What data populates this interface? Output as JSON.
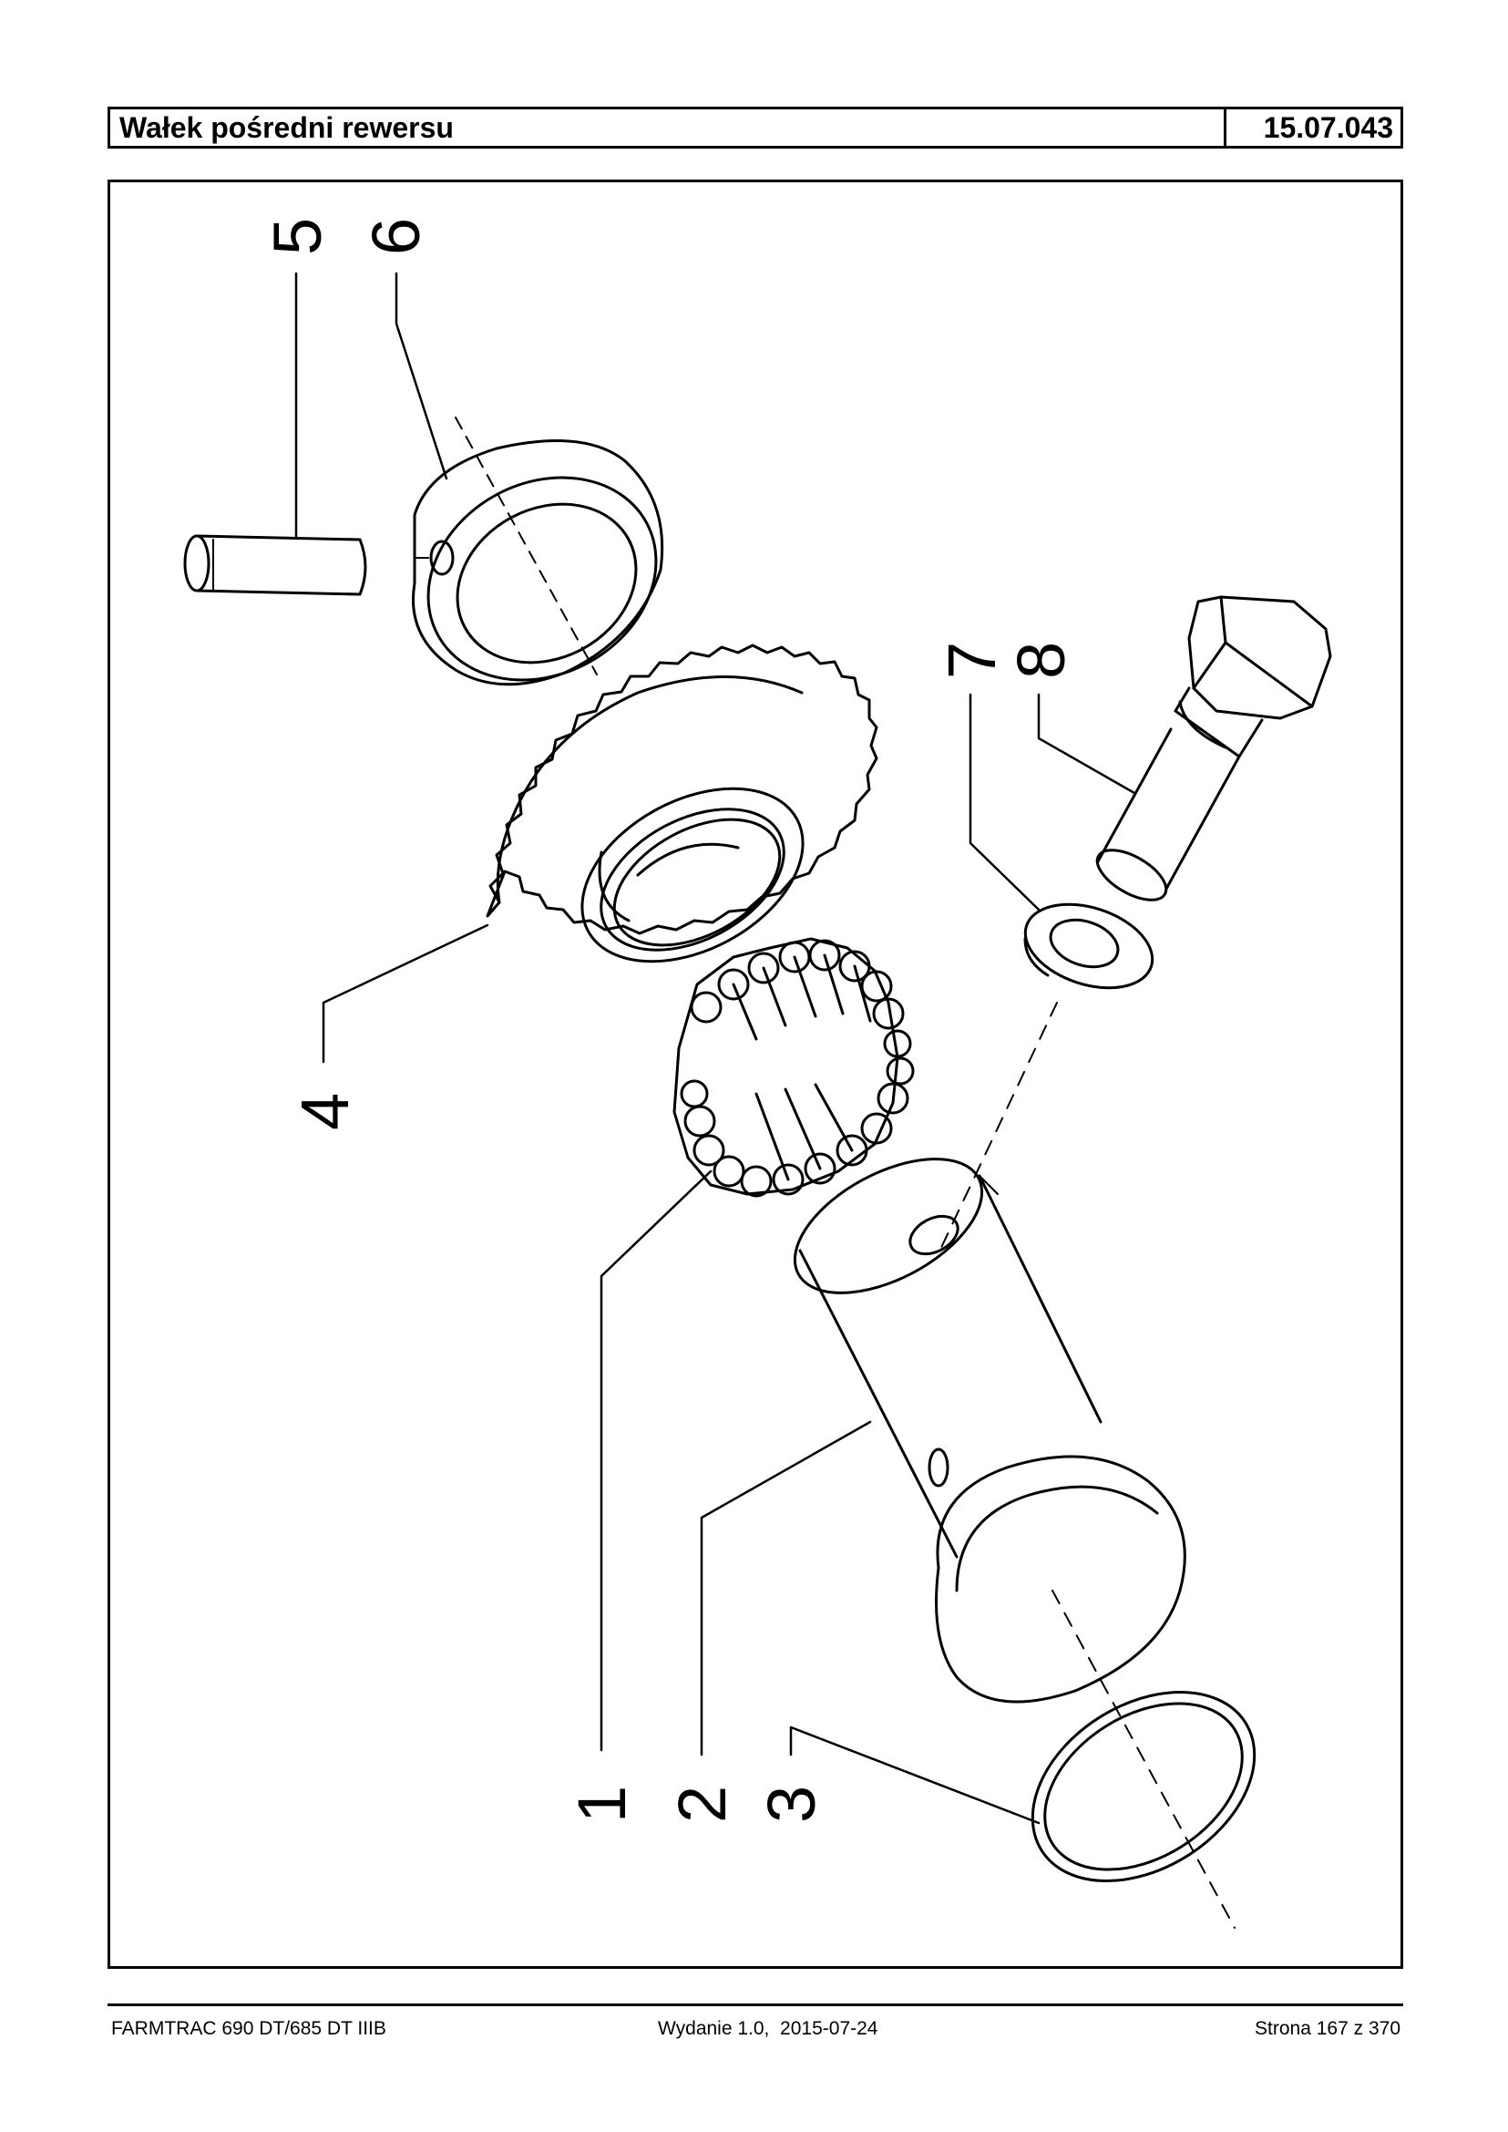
{
  "header": {
    "title": "Wałek pośredni rewersu",
    "code": "15.07.043"
  },
  "callouts": [
    "1",
    "2",
    "3",
    "4",
    "5",
    "6",
    "7",
    "8"
  ],
  "footer": {
    "model": "FARMTRAC 690 DT/685 DT IIIB",
    "edition": "Wydanie 1.0,  2015-07-24",
    "page": "Strona 167 z 370"
  }
}
